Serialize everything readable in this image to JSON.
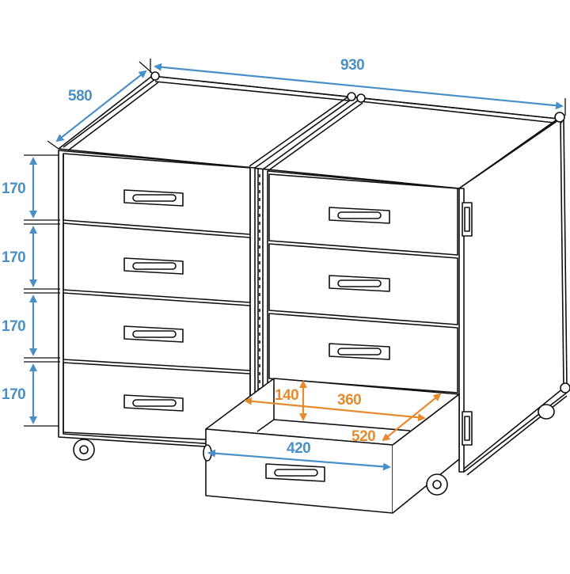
{
  "figure": {
    "subject": "Flight case drawer cabinet on casters, two columns of drawers, one drawer pulled out",
    "colors": {
      "outer_dimension": "#4a90c8",
      "inner_dimension": "#e68a2e",
      "line": "#111111",
      "background": "#ffffff"
    }
  },
  "dimensions": {
    "outer": {
      "width": "930",
      "depth": "580",
      "drawer_heights": [
        "170",
        "170",
        "170",
        "170"
      ],
      "drawer_front_width": "420"
    },
    "inner_drawer": {
      "height": "140",
      "width": "360",
      "depth": "520"
    }
  },
  "components": {
    "left_column_drawers": 4,
    "right_column_drawers": 4,
    "open_drawer": "right column, bottom drawer",
    "side_latches": 2,
    "casters": 4
  }
}
